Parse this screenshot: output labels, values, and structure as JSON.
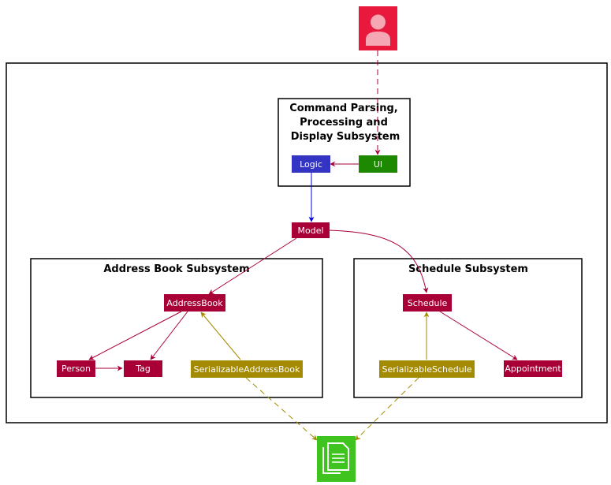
{
  "colors": {
    "red_component": "#A80036",
    "blue_component": "#3333C4",
    "green_component": "#1D8900",
    "gold_component": "#A38A00",
    "user_icon": "#E8193C",
    "storage_icon": "#3FC41F",
    "blue_arrow": "#0000E6",
    "gold_arrow": "#A38A00",
    "red_arrow": "#A80036"
  },
  "actors": {
    "user": {
      "icon": "user-icon"
    },
    "storage": {
      "icon": "document-stack-icon"
    }
  },
  "packages": {
    "command": {
      "title_lines": [
        "Command Parsing,",
        "Processing and",
        "Display Subsystem"
      ]
    },
    "address_book": {
      "title": "Address Book Subsystem"
    },
    "schedule": {
      "title": "Schedule Subsystem"
    }
  },
  "components": {
    "logic": "Logic",
    "ui": "UI",
    "model": "Model",
    "address_book": "AddressBook",
    "person": "Person",
    "tag": "Tag",
    "serializable_address_book": "SerializableAddressBook",
    "schedule": "Schedule",
    "serializable_schedule": "SerializableSchedule",
    "appointment": "Appointment"
  }
}
